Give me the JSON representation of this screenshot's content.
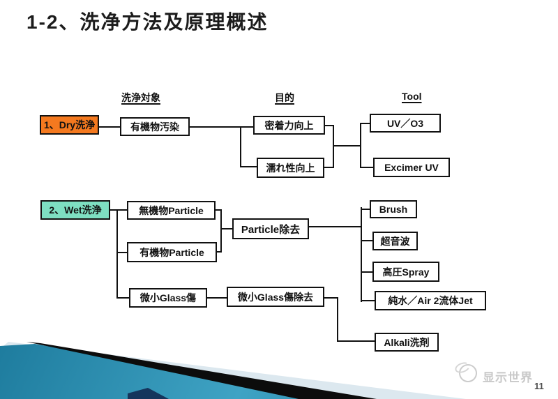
{
  "slide": {
    "title": "1-2、洗净方法及原理概述",
    "page_number": "11",
    "watermark": "显示世界"
  },
  "columns": [
    "洗浄対象",
    "目的",
    "Tool"
  ],
  "diagram": {
    "dry": {
      "category": "1、Dry洗浄",
      "target": "有機物汚染",
      "purposes": [
        "密着力向上",
        "濡れ性向上"
      ],
      "tools": [
        "UV／O3",
        "Excimer UV"
      ]
    },
    "wet": {
      "category": "2、Wet洗浄",
      "targets": [
        "無機物Particle",
        "有機物Particle",
        "微小Glass傷"
      ],
      "purposes": [
        "Particle除去",
        "微小Glass傷除去"
      ],
      "tools": [
        "Brush",
        "超音波",
        "高圧Spray",
        "純水／Air 2流体Jet",
        "Alkali洗剤"
      ]
    }
  },
  "colors": {
    "dry_box_fill": "#f4791f",
    "wet_box_fill": "#7edfc2",
    "line": "#111111",
    "footer_teal": "#2585a8",
    "footer_pale": "#dce8ef",
    "footer_stripe": "#0c0c0c",
    "watermark_gray": "#c9c9c9"
  }
}
